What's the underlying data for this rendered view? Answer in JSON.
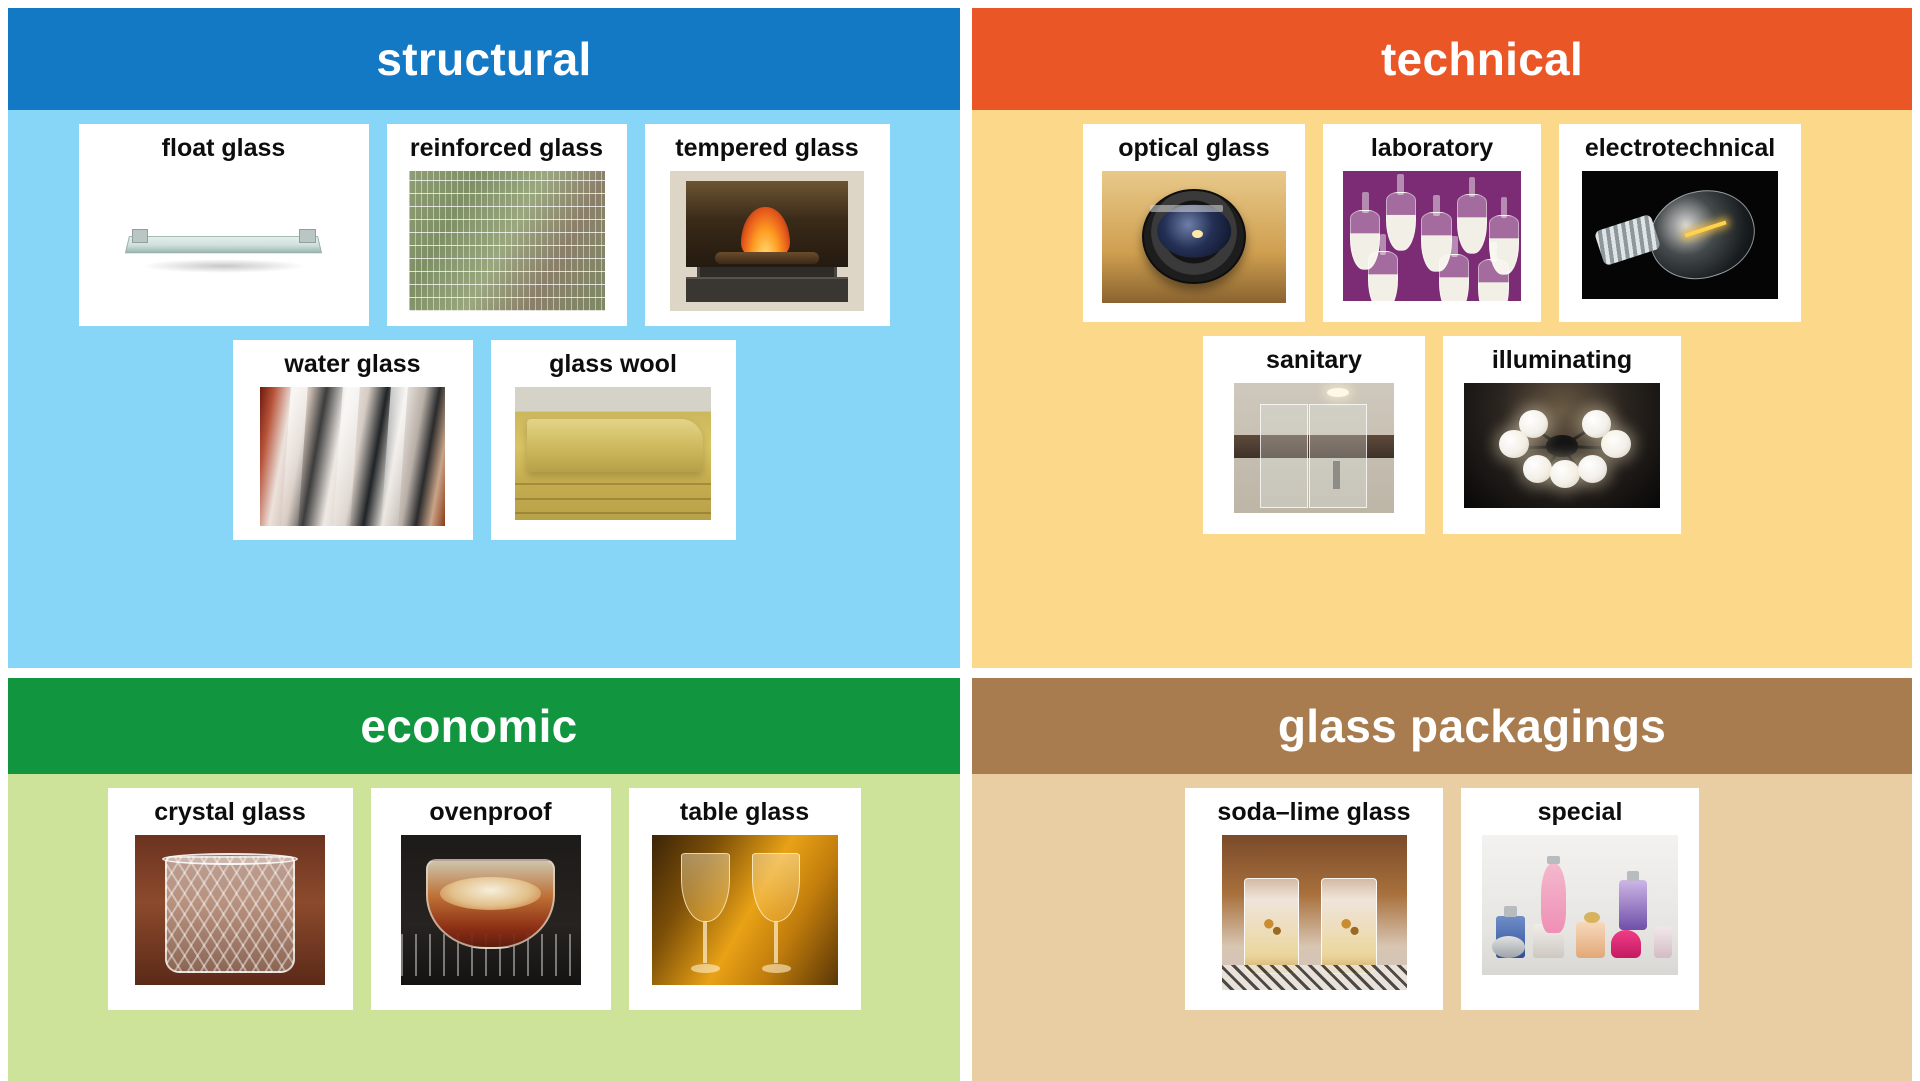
{
  "meta": {
    "layout": "2x2 category board of glass types"
  },
  "colors": {
    "structural_header": "#1479C4",
    "structural_body": "#88D6F7",
    "technical_header": "#EB5627",
    "technical_body": "#FCD98A",
    "economic_header": "#11953E",
    "economic_body": "#CDE39A",
    "packagings_header": "#A87C4F",
    "packagings_body": "#E9CEA4",
    "card_background": "#FFFFFF",
    "label_text": "#0D0D0D",
    "title_text": "#FFFFFF"
  },
  "panels": {
    "structural": {
      "title": "structural",
      "rows": [
        [
          {
            "label": "float glass",
            "image": "glass-shelf-photo"
          },
          {
            "label": "reinforced glass",
            "image": "wired-mesh-glass-photo"
          },
          {
            "label": "tempered glass",
            "image": "fireplace-glass-photo"
          }
        ],
        [
          {
            "label": "water glass",
            "image": "sodium-silicate-photo"
          },
          {
            "label": "glass wool",
            "image": "yellow-insulation-batt-photo"
          }
        ]
      ]
    },
    "technical": {
      "title": "technical",
      "rows": [
        [
          {
            "label": "optical glass",
            "image": "camera-lens-photo"
          },
          {
            "label": "laboratory",
            "image": "erlenmeyer-flasks-photo"
          },
          {
            "label": "electrotechnical",
            "image": "light-bulb-photo"
          }
        ],
        [
          {
            "label": "sanitary",
            "image": "glass-shower-enclosure-photo"
          },
          {
            "label": "illuminating",
            "image": "ceiling-lamp-photo"
          }
        ]
      ]
    },
    "economic": {
      "title": "economic",
      "rows": [
        [
          {
            "label": "crystal glass",
            "image": "cut-crystal-bowl-photo"
          },
          {
            "label": "ovenproof",
            "image": "casserole-dish-photo"
          },
          {
            "label": "table glass",
            "image": "wine-glasses-photo"
          }
        ]
      ]
    },
    "packagings": {
      "title": "glass packagings",
      "rows": [
        [
          {
            "label": "soda–lime glass",
            "image": "decorated-tumblers-photo"
          },
          {
            "label": "special",
            "image": "perfume-bottles-photo"
          }
        ]
      ]
    }
  }
}
